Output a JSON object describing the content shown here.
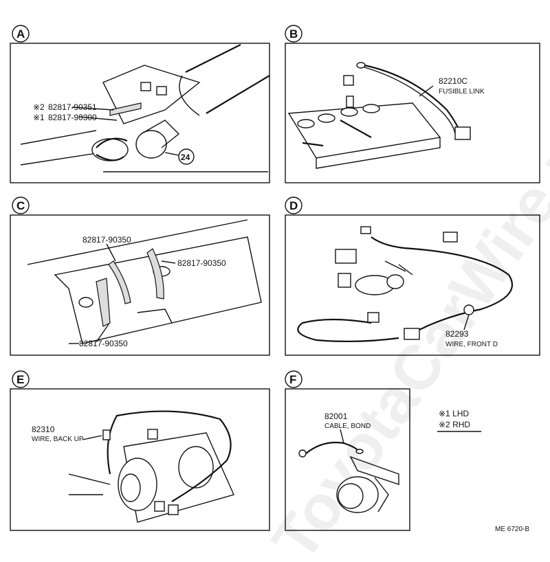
{
  "panels": {
    "a": {
      "letter": "A",
      "part1": "82817-90351",
      "part1_mark": "※2",
      "part2": "82817-90300",
      "part2_mark": "※1",
      "callout": "24"
    },
    "b": {
      "letter": "B",
      "part": "82210C",
      "desc": "FUSIBLE LINK"
    },
    "c": {
      "letter": "C",
      "part_top": "82817-90350",
      "part_right": "82817-90350",
      "part_bottom": "82817-90350"
    },
    "d": {
      "letter": "D",
      "part": "82293",
      "desc": "WIRE, FRONT D"
    },
    "e": {
      "letter": "E",
      "part": "82310",
      "desc": "WIRE, BACK UP"
    },
    "f": {
      "letter": "F",
      "part": "82001",
      "desc": "CABLE, BOND"
    }
  },
  "legend": {
    "item1": "※1 LHD",
    "item2": "※2 RHD"
  },
  "footer_code": "ME 6720-B",
  "watermark": "ToyotaCarWire.ru"
}
